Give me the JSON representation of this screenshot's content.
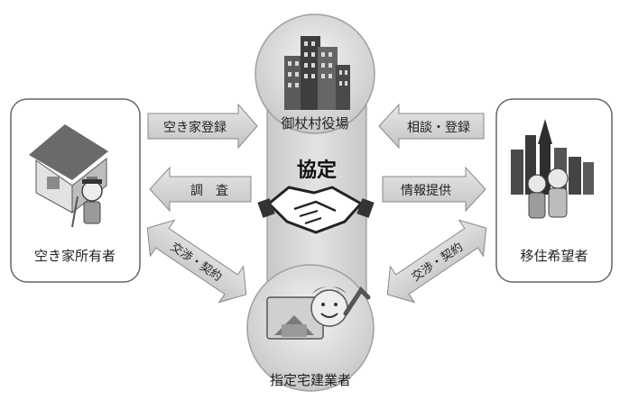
{
  "nodes": {
    "village_office": "御杖村役場",
    "vacant_house_owner": "空き家所有者",
    "relocation_applicant": "移住希望者",
    "designated_builder": "指定宅建業者"
  },
  "agreement_label": "協定",
  "arrows": {
    "owner_to_office": "空き家登録",
    "office_to_owner": "調　査",
    "applicant_to_office": "相談・登録",
    "office_to_applicant": "情報提供",
    "owner_builder": "交渉・契約",
    "builder_applicant": "交渉・契約"
  }
}
